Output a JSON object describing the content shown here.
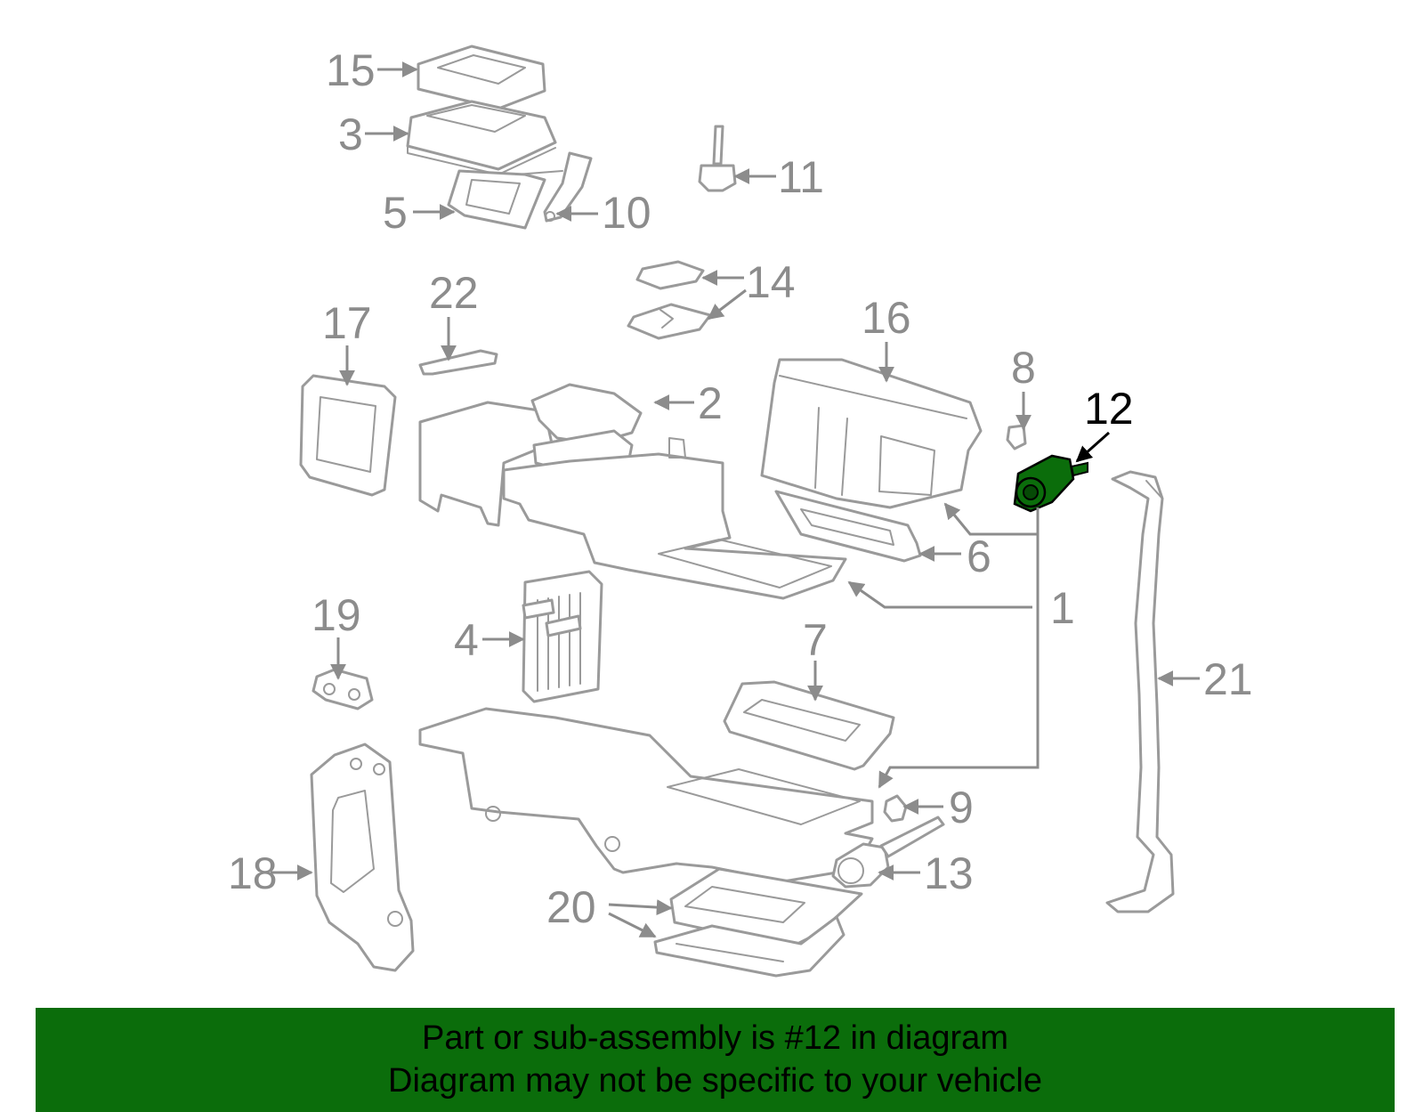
{
  "diagram": {
    "highlight_color": "#0b6d0b",
    "part_stroke_color": "#9a9a9a",
    "callouts": [
      {
        "id": "c15",
        "label": "15"
      },
      {
        "id": "c3",
        "label": "3"
      },
      {
        "id": "c5",
        "label": "5"
      },
      {
        "id": "c10",
        "label": "10"
      },
      {
        "id": "c11",
        "label": "11"
      },
      {
        "id": "c14",
        "label": "14"
      },
      {
        "id": "c22",
        "label": "22"
      },
      {
        "id": "c17",
        "label": "17"
      },
      {
        "id": "c16",
        "label": "16"
      },
      {
        "id": "c8",
        "label": "8"
      },
      {
        "id": "c12",
        "label": "12"
      },
      {
        "id": "c2",
        "label": "2"
      },
      {
        "id": "c6",
        "label": "6"
      },
      {
        "id": "c1",
        "label": "1"
      },
      {
        "id": "c19",
        "label": "19"
      },
      {
        "id": "c4",
        "label": "4"
      },
      {
        "id": "c7",
        "label": "7"
      },
      {
        "id": "c21",
        "label": "21"
      },
      {
        "id": "c9",
        "label": "9"
      },
      {
        "id": "c18",
        "label": "18"
      },
      {
        "id": "c13",
        "label": "13"
      },
      {
        "id": "c20",
        "label": "20"
      }
    ]
  },
  "banner": {
    "line1": "Part or sub-assembly is #12 in diagram",
    "line2": "Diagram may not be specific to your vehicle"
  }
}
